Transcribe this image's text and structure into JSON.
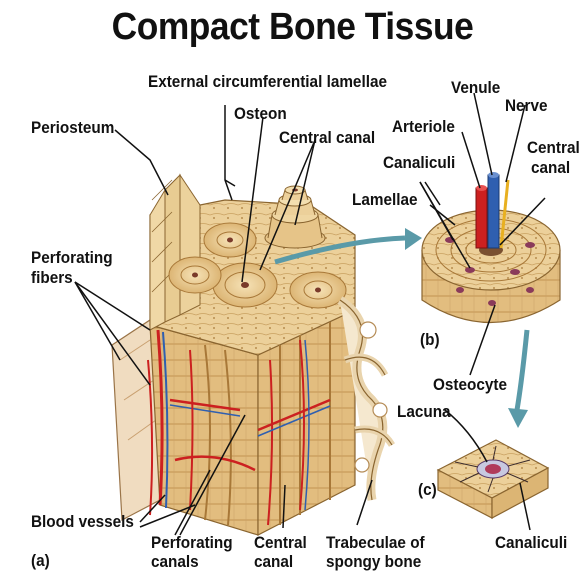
{
  "title": "Compact Bone Tissue",
  "labels": {
    "external_circumferential_lamellae": "External circumferential lamellae",
    "periosteum": "Periosteum",
    "osteon": "Osteon",
    "central_canal_top": "Central canal",
    "perforating_fibers_line1": "Perforating",
    "perforating_fibers_line2": "fibers",
    "blood_vessels": "Blood vessels",
    "perforating_canals_line1": "Perforating",
    "perforating_canals_line2": "canals",
    "central_canal_bottom_line1": "Central",
    "central_canal_bottom_line2": "canal",
    "trabeculae_line1": "Trabeculae of",
    "trabeculae_line2": "spongy bone",
    "venule": "Venule",
    "arteriole": "Arteriole",
    "nerve": "Nerve",
    "central_canal_b_line1": "Central",
    "central_canal_b_line2": "canal",
    "canaliculi_b": "Canaliculi",
    "lamellae": "Lamellae",
    "osteocyte": "Osteocyte",
    "lacuna": "Lacuna",
    "canaliculi_c": "Canaliculi"
  },
  "panel_labels": {
    "a": "(a)",
    "b": "(b)",
    "c": "(c)"
  },
  "colors": {
    "bone": "#e8c98c",
    "bone_dark": "#b8893f",
    "bone_light": "#f3dfb0",
    "artery": "#cc2020",
    "vein": "#2f5fb0",
    "nerve": "#e8b020",
    "arrow": "#5a9aa8",
    "text": "#111111"
  }
}
